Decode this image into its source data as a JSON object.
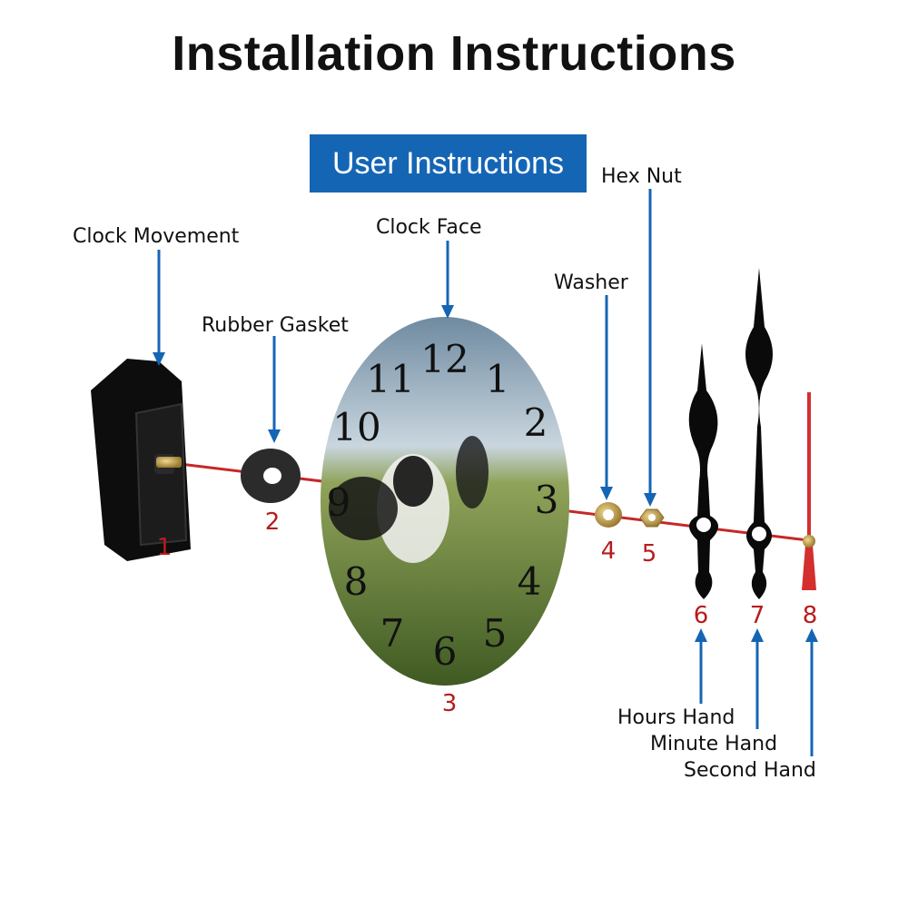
{
  "title": "Installation Instructions",
  "banner": "User Instructions",
  "parts": {
    "clock_movement": {
      "label": "Clock Movement",
      "number": "1"
    },
    "rubber_gasket": {
      "label": "Rubber Gasket",
      "number": "2"
    },
    "clock_face": {
      "label": "Clock Face",
      "number": "3"
    },
    "washer": {
      "label": "Washer",
      "number": "4"
    },
    "hex_nut": {
      "label": "Hex Nut",
      "number": "5"
    },
    "hours_hand": {
      "label": "Hours Hand",
      "number": "6"
    },
    "minute_hand": {
      "label": "Minute Hand",
      "number": "7"
    },
    "second_hand": {
      "label": "Second Hand",
      "number": "8"
    }
  },
  "dial_numerals": [
    "12",
    "1",
    "2",
    "3",
    "4",
    "5",
    "6",
    "7",
    "8",
    "9",
    "10",
    "11"
  ],
  "colors": {
    "banner": "#1565b5",
    "arrow": "#1565b5",
    "axis": "#c62828",
    "number": "#b71c1c",
    "title": "#111111"
  }
}
